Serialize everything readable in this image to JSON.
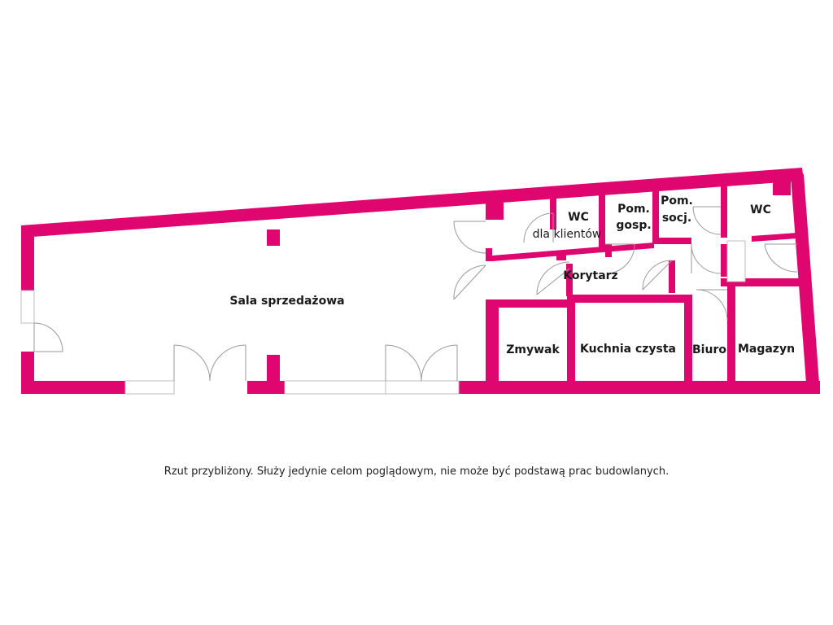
{
  "colors": {
    "wall": "#e0066f",
    "door": "#9a9a9a",
    "window": "#bdbdbd",
    "text": "#1a1a1a"
  },
  "rooms": {
    "sala": "Sala sprzedażowa",
    "wc_klienci_1": "WC",
    "wc_klienci_2": "dla klientów",
    "gosp_1": "Pom.",
    "gosp_2": "gosp.",
    "soc_1": "Pom.",
    "soc_2": "socj.",
    "wc": "WC",
    "korytarz": "Korytarz",
    "zmywak": "Zmywak",
    "kuchnia": "Kuchnia czysta",
    "biuro": "Biuro",
    "magazyn": "Magazyn"
  },
  "note": "Rzut przybliżony. Służy jedynie celom poglądowym, nie może być podstawą prac budowlanych."
}
